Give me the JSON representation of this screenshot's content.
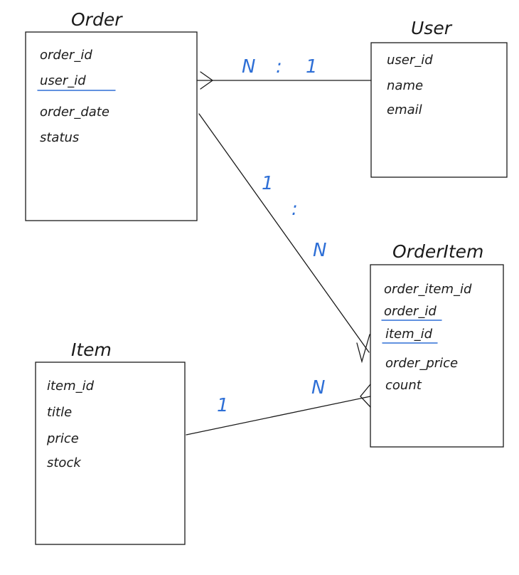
{
  "entities": {
    "order": {
      "title": "Order",
      "fields": [
        "order_id",
        "user_id",
        "order_date",
        "status"
      ]
    },
    "user": {
      "title": "User",
      "fields": [
        "user_id",
        "name",
        "email"
      ]
    },
    "order_item": {
      "title": "OrderItem",
      "fields": [
        "order_item_id",
        "order_id",
        "item_id",
        "order_price",
        "count"
      ]
    },
    "item": {
      "title": "Item",
      "fields": [
        "item_id",
        "title",
        "price",
        "stock"
      ]
    }
  },
  "relationships": {
    "order_user": {
      "left": "N",
      "sep": ":",
      "right": "1"
    },
    "order_orderitem": {
      "left": "1",
      "sep": ":",
      "right": "N"
    },
    "item_orderitem": {
      "left": "1",
      "right": "N"
    }
  },
  "colors": {
    "ink": "#1a1a1a",
    "accent": "#2e6fd6"
  }
}
